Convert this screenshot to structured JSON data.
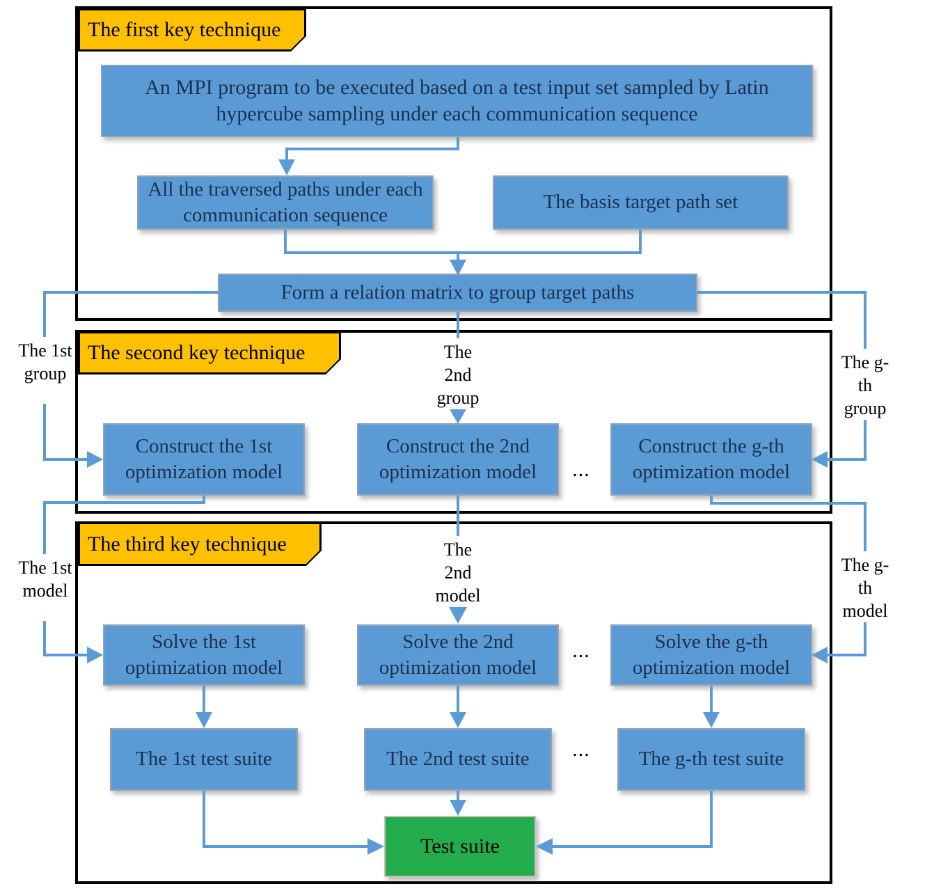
{
  "figure": {
    "type": "flowchart",
    "title": "Three key techniques of the MPI program test generation approach"
  },
  "colors": {
    "section_border": "#000000",
    "tab_fill": "#FFC000",
    "box_fill": "#5B9BD5",
    "box_text": "#1B3150",
    "final_fill": "#22AC4C",
    "connector": "#5B9BD5"
  },
  "section1": {
    "tab": "The first key technique",
    "mpi_box": "An MPI  program to be executed based on a test input set sampled by Latin hypercube sampling under each communication sequence",
    "traversed_box": "All the traversed paths under each communication sequence",
    "basis_box": "The basis target path set",
    "relation_box": "Form a relation matrix to group target paths"
  },
  "section2": {
    "tab": "The second key technique",
    "construct_boxes": [
      "Construct the 1st optimization model",
      "Construct the 2nd optimization model",
      "Construct the g-th optimization model"
    ],
    "dots": "..."
  },
  "section3": {
    "tab": "The third key technique",
    "solve_boxes": [
      "Solve the 1st optimization model",
      "Solve the 2nd optimization model",
      "Solve the g-th optimization model"
    ],
    "test_suite_boxes": [
      "The 1st test suite",
      "The 2nd test suite",
      "The g-th test suite"
    ],
    "dots_solve": "...",
    "dots_suite": "...",
    "final_box": "Test suite"
  },
  "edge_labels": {
    "group1": "The 1st group",
    "group2": "The 2nd group",
    "group3": "The g-th group",
    "model1": "The 1st model",
    "model2": "The 2nd model",
    "model3": "The g-th model"
  }
}
